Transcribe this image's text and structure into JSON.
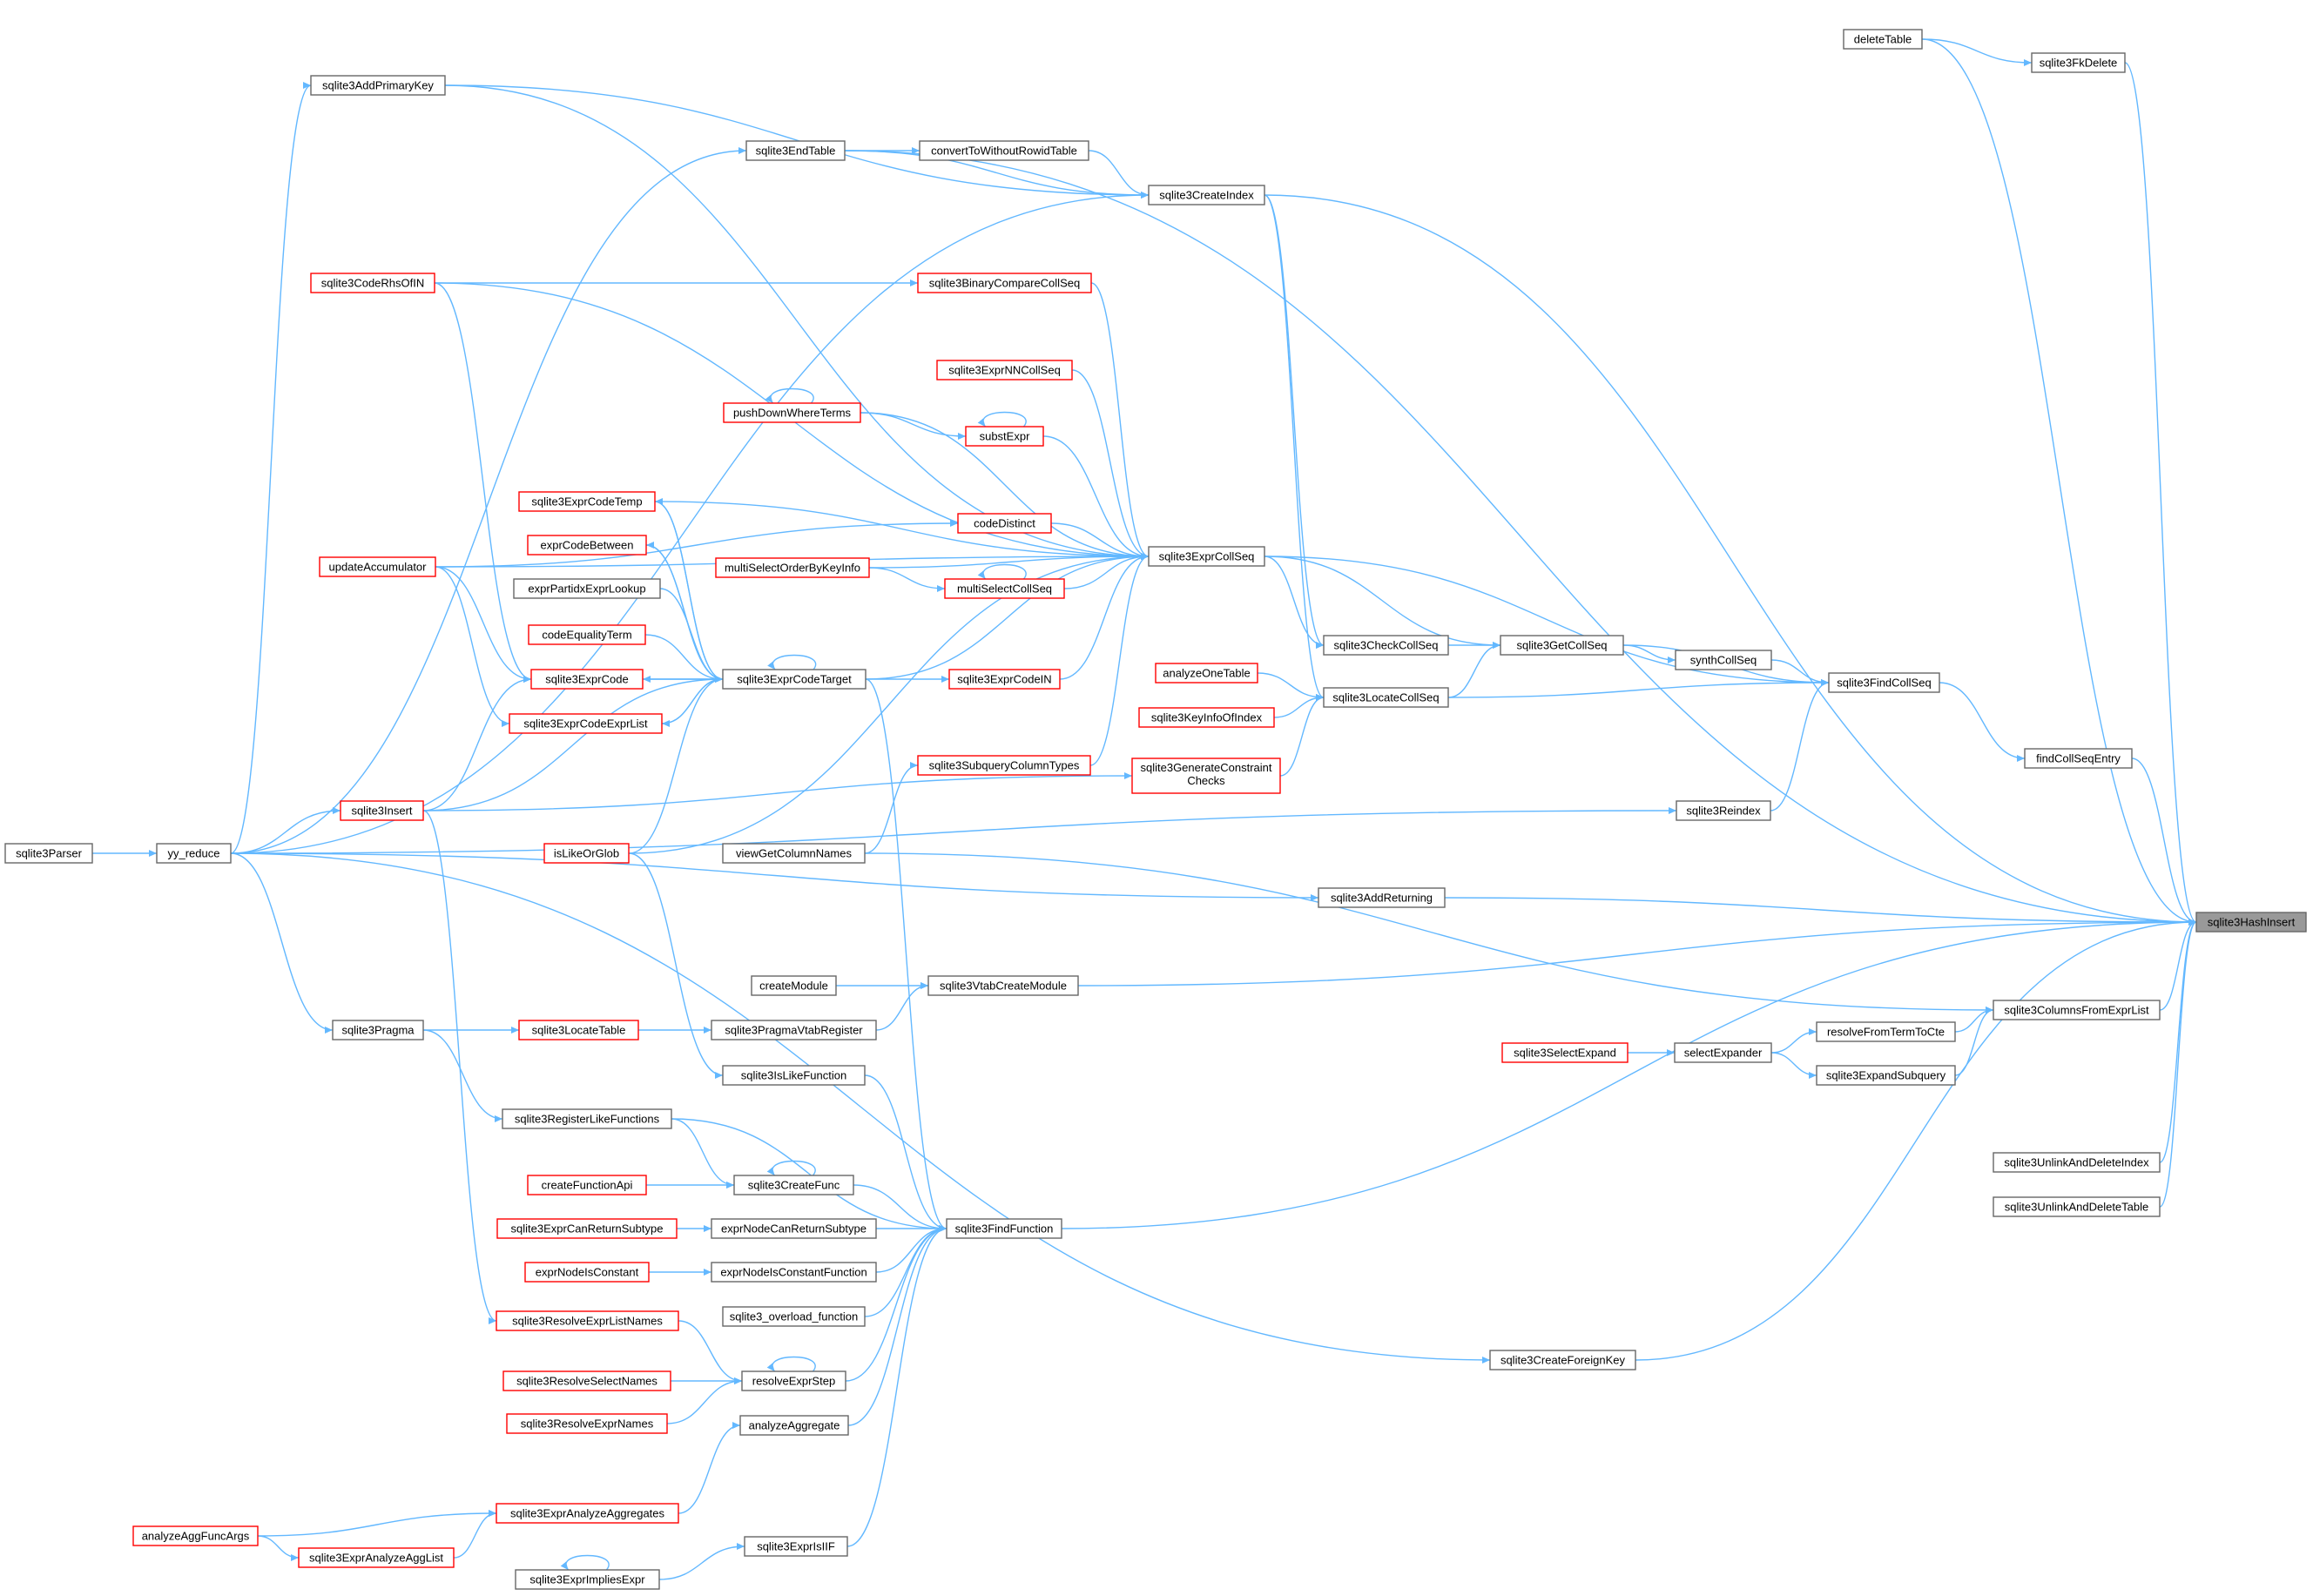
{
  "graph": {
    "title": "",
    "colors": {
      "edge": "#63b8ff",
      "border_gray": "#666666",
      "border_red": "#ff0000",
      "root_fill": "#999999"
    },
    "nodes": [
      {
        "id": "sqlite3HashInsert",
        "label": "sqlite3HashInsert",
        "style": "root"
      },
      {
        "id": "deleteTable",
        "label": "deleteTable",
        "style": "gray"
      },
      {
        "id": "sqlite3FkDelete",
        "label": "sqlite3FkDelete",
        "style": "gray"
      },
      {
        "id": "sqlite3AddPrimaryKey",
        "label": "sqlite3AddPrimaryKey",
        "style": "gray"
      },
      {
        "id": "sqlite3EndTable",
        "label": "sqlite3EndTable",
        "style": "gray"
      },
      {
        "id": "convertToWithoutRowidTable",
        "label": "convertToWithoutRowidTable",
        "style": "gray"
      },
      {
        "id": "sqlite3CreateIndex",
        "label": "sqlite3CreateIndex",
        "style": "gray"
      },
      {
        "id": "sqlite3CodeRhsOfIN",
        "label": "sqlite3CodeRhsOfIN",
        "style": "red"
      },
      {
        "id": "sqlite3BinaryCompareCollSeq",
        "label": "sqlite3BinaryCompareCollSeq",
        "style": "red"
      },
      {
        "id": "sqlite3ExprNNCollSeq",
        "label": "sqlite3ExprNNCollSeq",
        "style": "red"
      },
      {
        "id": "pushDownWhereTerms",
        "label": "pushDownWhereTerms",
        "style": "red"
      },
      {
        "id": "substExpr",
        "label": "substExpr",
        "style": "red"
      },
      {
        "id": "sqlite3ExprCodeTemp",
        "label": "sqlite3ExprCodeTemp",
        "style": "red"
      },
      {
        "id": "codeDistinct",
        "label": "codeDistinct",
        "style": "red"
      },
      {
        "id": "exprCodeBetween",
        "label": "exprCodeBetween",
        "style": "red"
      },
      {
        "id": "updateAccumulator",
        "label": "updateAccumulator",
        "style": "red"
      },
      {
        "id": "sqlite3ExprCollSeq",
        "label": "sqlite3ExprCollSeq",
        "style": "gray"
      },
      {
        "id": "multiSelectOrderByKeyInfo",
        "label": "multiSelectOrderByKeyInfo",
        "style": "red"
      },
      {
        "id": "multiSelectCollSeq",
        "label": "multiSelectCollSeq",
        "style": "red"
      },
      {
        "id": "exprPartidxExprLookup",
        "label": "exprPartidxExprLookup",
        "style": "gray"
      },
      {
        "id": "codeEqualityTerm",
        "label": "codeEqualityTerm",
        "style": "red"
      },
      {
        "id": "sqlite3CheckCollSeq",
        "label": "sqlite3CheckCollSeq",
        "style": "gray"
      },
      {
        "id": "sqlite3GetCollSeq",
        "label": "sqlite3GetCollSeq",
        "style": "gray"
      },
      {
        "id": "synthCollSeq",
        "label": "synthCollSeq",
        "style": "gray"
      },
      {
        "id": "sqlite3ExprCode",
        "label": "sqlite3ExprCode",
        "style": "red"
      },
      {
        "id": "sqlite3ExprCodeTarget",
        "label": "sqlite3ExprCodeTarget",
        "style": "gray"
      },
      {
        "id": "sqlite3ExprCodeIN",
        "label": "sqlite3ExprCodeIN",
        "style": "red"
      },
      {
        "id": "analyzeOneTable",
        "label": "analyzeOneTable",
        "style": "red"
      },
      {
        "id": "sqlite3FindCollSeq",
        "label": "sqlite3FindCollSeq",
        "style": "gray"
      },
      {
        "id": "sqlite3LocateCollSeq",
        "label": "sqlite3LocateCollSeq",
        "style": "gray"
      },
      {
        "id": "sqlite3ExprCodeExprList",
        "label": "sqlite3ExprCodeExprList",
        "style": "red"
      },
      {
        "id": "sqlite3KeyInfoOfIndex",
        "label": "sqlite3KeyInfoOfIndex",
        "style": "red"
      },
      {
        "id": "findCollSeqEntry",
        "label": "findCollSeqEntry",
        "style": "gray"
      },
      {
        "id": "sqlite3SubqueryColumnTypes",
        "label": "sqlite3SubqueryColumnTypes",
        "style": "red"
      },
      {
        "id": "sqlite3GenerateConstraintChecks",
        "label": "sqlite3GenerateConstraint",
        "label2": "Checks",
        "style": "red"
      },
      {
        "id": "sqlite3Insert",
        "label": "sqlite3Insert",
        "style": "red"
      },
      {
        "id": "sqlite3Reindex",
        "label": "sqlite3Reindex",
        "style": "gray"
      },
      {
        "id": "sqlite3Parser",
        "label": "sqlite3Parser",
        "style": "gray"
      },
      {
        "id": "yy_reduce",
        "label": "yy_reduce",
        "style": "gray"
      },
      {
        "id": "isLikeOrGlob",
        "label": "isLikeOrGlob",
        "style": "red"
      },
      {
        "id": "viewGetColumnNames",
        "label": "viewGetColumnNames",
        "style": "gray"
      },
      {
        "id": "sqlite3AddReturning",
        "label": "sqlite3AddReturning",
        "style": "gray"
      },
      {
        "id": "createModule",
        "label": "createModule",
        "style": "gray"
      },
      {
        "id": "sqlite3VtabCreateModule",
        "label": "sqlite3VtabCreateModule",
        "style": "gray"
      },
      {
        "id": "sqlite3ColumnsFromExprList",
        "label": "sqlite3ColumnsFromExprList",
        "style": "gray"
      },
      {
        "id": "sqlite3Pragma",
        "label": "sqlite3Pragma",
        "style": "gray"
      },
      {
        "id": "sqlite3LocateTable",
        "label": "sqlite3LocateTable",
        "style": "red"
      },
      {
        "id": "sqlite3PragmaVtabRegister",
        "label": "sqlite3PragmaVtabRegister",
        "style": "gray"
      },
      {
        "id": "resolveFromTermToCte",
        "label": "resolveFromTermToCte",
        "style": "gray"
      },
      {
        "id": "sqlite3SelectExpand",
        "label": "sqlite3SelectExpand",
        "style": "red"
      },
      {
        "id": "selectExpander",
        "label": "selectExpander",
        "style": "gray"
      },
      {
        "id": "sqlite3IsLikeFunction",
        "label": "sqlite3IsLikeFunction",
        "style": "gray"
      },
      {
        "id": "sqlite3ExpandSubquery",
        "label": "sqlite3ExpandSubquery",
        "style": "gray"
      },
      {
        "id": "sqlite3RegisterLikeFunctions",
        "label": "sqlite3RegisterLikeFunctions",
        "style": "gray"
      },
      {
        "id": "sqlite3UnlinkAndDeleteIndex",
        "label": "sqlite3UnlinkAndDeleteIndex",
        "style": "gray"
      },
      {
        "id": "createFunctionApi",
        "label": "createFunctionApi",
        "style": "red"
      },
      {
        "id": "sqlite3CreateFunc",
        "label": "sqlite3CreateFunc",
        "style": "gray"
      },
      {
        "id": "sqlite3UnlinkAndDeleteTable",
        "label": "sqlite3UnlinkAndDeleteTable",
        "style": "gray"
      },
      {
        "id": "sqlite3ExprCanReturnSubtype",
        "label": "sqlite3ExprCanReturnSubtype",
        "style": "red"
      },
      {
        "id": "exprNodeCanReturnSubtype",
        "label": "exprNodeCanReturnSubtype",
        "style": "gray"
      },
      {
        "id": "sqlite3FindFunction",
        "label": "sqlite3FindFunction",
        "style": "gray"
      },
      {
        "id": "exprNodeIsConstant",
        "label": "exprNodeIsConstant",
        "style": "red"
      },
      {
        "id": "exprNodeIsConstantFunction",
        "label": "exprNodeIsConstantFunction",
        "style": "gray"
      },
      {
        "id": "sqlite3_overload_function",
        "label": "sqlite3_overload_function",
        "style": "gray"
      },
      {
        "id": "sqlite3ResolveExprListNames",
        "label": "sqlite3ResolveExprListNames",
        "style": "red"
      },
      {
        "id": "sqlite3CreateForeignKey",
        "label": "sqlite3CreateForeignKey",
        "style": "gray"
      },
      {
        "id": "sqlite3ResolveSelectNames",
        "label": "sqlite3ResolveSelectNames",
        "style": "red"
      },
      {
        "id": "resolveExprStep",
        "label": "resolveExprStep",
        "style": "gray"
      },
      {
        "id": "sqlite3ResolveExprNames",
        "label": "sqlite3ResolveExprNames",
        "style": "red"
      },
      {
        "id": "analyzeAggregate",
        "label": "analyzeAggregate",
        "style": "gray"
      },
      {
        "id": "sqlite3ExprAnalyzeAggregates",
        "label": "sqlite3ExprAnalyzeAggregates",
        "style": "red"
      },
      {
        "id": "analyzeAggFuncArgs",
        "label": "analyzeAggFuncArgs",
        "style": "red"
      },
      {
        "id": "sqlite3ExprAnalyzeAggList",
        "label": "sqlite3ExprAnalyzeAggList",
        "style": "red"
      },
      {
        "id": "sqlite3ExprIsIIF",
        "label": "sqlite3ExprIsIIF",
        "style": "gray"
      },
      {
        "id": "sqlite3ExprImpliesExpr",
        "label": "sqlite3ExprImpliesExpr",
        "style": "gray"
      }
    ],
    "edges": [
      [
        "sqlite3HashInsert",
        "deleteTable"
      ],
      [
        "sqlite3HashInsert",
        "sqlite3FkDelete"
      ],
      [
        "sqlite3FkDelete",
        "deleteTable"
      ],
      [
        "sqlite3HashInsert",
        "sqlite3EndTable"
      ],
      [
        "sqlite3HashInsert",
        "sqlite3CreateIndex"
      ],
      [
        "sqlite3CreateIndex",
        "sqlite3AddPrimaryKey"
      ],
      [
        "sqlite3CreateIndex",
        "sqlite3EndTable"
      ],
      [
        "sqlite3CreateIndex",
        "convertToWithoutRowidTable"
      ],
      [
        "convertToWithoutRowidTable",
        "sqlite3EndTable"
      ],
      [
        "sqlite3CreateIndex",
        "yy_reduce"
      ],
      [
        "sqlite3AddPrimaryKey",
        "yy_reduce"
      ],
      [
        "sqlite3EndTable",
        "yy_reduce"
      ],
      [
        "yy_reduce",
        "sqlite3Parser"
      ],
      [
        "sqlite3HashInsert",
        "findCollSeqEntry"
      ],
      [
        "findCollSeqEntry",
        "sqlite3FindCollSeq"
      ],
      [
        "sqlite3FindCollSeq",
        "sqlite3GetCollSeq"
      ],
      [
        "sqlite3FindCollSeq",
        "synthCollSeq"
      ],
      [
        "synthCollSeq",
        "sqlite3GetCollSeq"
      ],
      [
        "sqlite3FindCollSeq",
        "sqlite3LocateCollSeq"
      ],
      [
        "sqlite3FindCollSeq",
        "sqlite3ExprCollSeq"
      ],
      [
        "sqlite3FindCollSeq",
        "sqlite3Reindex"
      ],
      [
        "sqlite3Reindex",
        "yy_reduce"
      ],
      [
        "sqlite3GetCollSeq",
        "sqlite3CheckCollSeq"
      ],
      [
        "sqlite3GetCollSeq",
        "sqlite3LocateCollSeq"
      ],
      [
        "sqlite3GetCollSeq",
        "sqlite3ExprCollSeq"
      ],
      [
        "sqlite3CheckCollSeq",
        "sqlite3ExprCollSeq"
      ],
      [
        "sqlite3CheckCollSeq",
        "sqlite3CreateIndex"
      ],
      [
        "sqlite3LocateCollSeq",
        "analyzeOneTable"
      ],
      [
        "sqlite3LocateCollSeq",
        "sqlite3KeyInfoOfIndex"
      ],
      [
        "sqlite3LocateCollSeq",
        "sqlite3GenerateConstraintChecks"
      ],
      [
        "sqlite3LocateCollSeq",
        "sqlite3CreateIndex"
      ],
      [
        "sqlite3GenerateConstraintChecks",
        "sqlite3Insert"
      ],
      [
        "sqlite3ExprCollSeq",
        "sqlite3BinaryCompareCollSeq"
      ],
      [
        "sqlite3ExprCollSeq",
        "sqlite3ExprNNCollSeq"
      ],
      [
        "sqlite3ExprCollSeq",
        "substExpr"
      ],
      [
        "sqlite3ExprCollSeq",
        "pushDownWhereTerms"
      ],
      [
        "sqlite3ExprCollSeq",
        "codeDistinct"
      ],
      [
        "sqlite3ExprCollSeq",
        "multiSelectCollSeq"
      ],
      [
        "sqlite3ExprCollSeq",
        "multiSelectOrderByKeyInfo"
      ],
      [
        "sqlite3ExprCollSeq",
        "sqlite3ExprCodeIN"
      ],
      [
        "sqlite3ExprCollSeq",
        "sqlite3ExprCodeTarget"
      ],
      [
        "sqlite3ExprCollSeq",
        "sqlite3SubqueryColumnTypes"
      ],
      [
        "sqlite3ExprCollSeq",
        "updateAccumulator"
      ],
      [
        "sqlite3ExprCollSeq",
        "sqlite3CodeRhsOfIN"
      ],
      [
        "sqlite3ExprCollSeq",
        "sqlite3AddPrimaryKey"
      ],
      [
        "sqlite3ExprCollSeq",
        "sqlite3ExprCodeTemp"
      ],
      [
        "sqlite3ExprCollSeq",
        "isLikeOrGlob"
      ],
      [
        "sqlite3BinaryCompareCollSeq",
        "sqlite3CodeRhsOfIN"
      ],
      [
        "substExpr",
        "substExpr"
      ],
      [
        "substExpr",
        "pushDownWhereTerms"
      ],
      [
        "pushDownWhereTerms",
        "pushDownWhereTerms"
      ],
      [
        "codeDistinct",
        "updateAccumulator"
      ],
      [
        "multiSelectCollSeq",
        "multiSelectCollSeq"
      ],
      [
        "multiSelectCollSeq",
        "multiSelectOrderByKeyInfo"
      ],
      [
        "sqlite3ExprCodeIN",
        "sqlite3ExprCodeTarget"
      ],
      [
        "sqlite3SubqueryColumnTypes",
        "viewGetColumnNames"
      ],
      [
        "sqlite3ExprCodeTarget",
        "sqlite3ExprCodeTemp"
      ],
      [
        "sqlite3ExprCodeTarget",
        "exprCodeBetween"
      ],
      [
        "sqlite3ExprCodeTarget",
        "exprPartidxExprLookup"
      ],
      [
        "sqlite3ExprCodeTarget",
        "codeEqualityTerm"
      ],
      [
        "sqlite3ExprCodeTarget",
        "sqlite3ExprCode"
      ],
      [
        "sqlite3ExprCodeTarget",
        "sqlite3ExprCodeExprList"
      ],
      [
        "sqlite3ExprCodeTarget",
        "sqlite3ExprCodeTarget"
      ],
      [
        "sqlite3ExprCodeTarget",
        "sqlite3Insert"
      ],
      [
        "sqlite3ExprCodeTarget",
        "isLikeOrGlob"
      ],
      [
        "sqlite3ExprCodeTemp",
        "sqlite3ExprCodeTarget"
      ],
      [
        "exprCodeBetween",
        "sqlite3ExprCodeTarget"
      ],
      [
        "sqlite3ExprCode",
        "sqlite3ExprCodeTarget"
      ],
      [
        "sqlite3ExprCode",
        "updateAccumulator"
      ],
      [
        "sqlite3ExprCode",
        "sqlite3Insert"
      ],
      [
        "sqlite3ExprCode",
        "sqlite3CodeRhsOfIN"
      ],
      [
        "sqlite3ExprCodeExprList",
        "sqlite3ExprCodeTarget"
      ],
      [
        "sqlite3ExprCodeExprList",
        "updateAccumulator"
      ],
      [
        "sqlite3Insert",
        "yy_reduce"
      ],
      [
        "sqlite3HashInsert",
        "sqlite3AddReturning"
      ],
      [
        "sqlite3AddReturning",
        "yy_reduce"
      ],
      [
        "sqlite3HashInsert",
        "sqlite3VtabCreateModule"
      ],
      [
        "sqlite3VtabCreateModule",
        "createModule"
      ],
      [
        "sqlite3VtabCreateModule",
        "sqlite3PragmaVtabRegister"
      ],
      [
        "sqlite3PragmaVtabRegister",
        "sqlite3LocateTable"
      ],
      [
        "sqlite3LocateTable",
        "sqlite3Pragma"
      ],
      [
        "sqlite3Pragma",
        "yy_reduce"
      ],
      [
        "sqlite3HashInsert",
        "sqlite3ColumnsFromExprList"
      ],
      [
        "sqlite3ColumnsFromExprList",
        "viewGetColumnNames"
      ],
      [
        "sqlite3ColumnsFromExprList",
        "resolveFromTermToCte"
      ],
      [
        "sqlite3ColumnsFromExprList",
        "sqlite3ExpandSubquery"
      ],
      [
        "resolveFromTermToCte",
        "selectExpander"
      ],
      [
        "sqlite3ExpandSubquery",
        "selectExpander"
      ],
      [
        "selectExpander",
        "sqlite3SelectExpand"
      ],
      [
        "sqlite3HashInsert",
        "sqlite3UnlinkAndDeleteIndex"
      ],
      [
        "sqlite3HashInsert",
        "sqlite3UnlinkAndDeleteTable"
      ],
      [
        "sqlite3HashInsert",
        "sqlite3FindFunction"
      ],
      [
        "sqlite3HashInsert",
        "sqlite3CreateForeignKey"
      ],
      [
        "sqlite3CreateForeignKey",
        "yy_reduce"
      ],
      [
        "sqlite3FindFunction",
        "sqlite3ExprCodeTarget"
      ],
      [
        "sqlite3FindFunction",
        "sqlite3IsLikeFunction"
      ],
      [
        "sqlite3FindFunction",
        "sqlite3RegisterLikeFunctions"
      ],
      [
        "sqlite3FindFunction",
        "sqlite3CreateFunc"
      ],
      [
        "sqlite3FindFunction",
        "exprNodeCanReturnSubtype"
      ],
      [
        "sqlite3FindFunction",
        "exprNodeIsConstantFunction"
      ],
      [
        "sqlite3FindFunction",
        "sqlite3_overload_function"
      ],
      [
        "sqlite3FindFunction",
        "resolveExprStep"
      ],
      [
        "sqlite3FindFunction",
        "analyzeAggregate"
      ],
      [
        "sqlite3FindFunction",
        "sqlite3ExprIsIIF"
      ],
      [
        "sqlite3IsLikeFunction",
        "isLikeOrGlob"
      ],
      [
        "sqlite3RegisterLikeFunctions",
        "sqlite3Pragma"
      ],
      [
        "sqlite3CreateFunc",
        "sqlite3CreateFunc"
      ],
      [
        "sqlite3CreateFunc",
        "createFunctionApi"
      ],
      [
        "sqlite3CreateFunc",
        "sqlite3RegisterLikeFunctions"
      ],
      [
        "exprNodeCanReturnSubtype",
        "sqlite3ExprCanReturnSubtype"
      ],
      [
        "exprNodeIsConstantFunction",
        "exprNodeIsConstant"
      ],
      [
        "resolveExprStep",
        "resolveExprStep"
      ],
      [
        "resolveExprStep",
        "sqlite3ResolveExprListNames"
      ],
      [
        "resolveExprStep",
        "sqlite3ResolveSelectNames"
      ],
      [
        "resolveExprStep",
        "sqlite3ResolveExprNames"
      ],
      [
        "sqlite3ResolveExprListNames",
        "sqlite3Insert"
      ],
      [
        "analyzeAggregate",
        "sqlite3ExprAnalyzeAggregates"
      ],
      [
        "sqlite3ExprAnalyzeAggregates",
        "analyzeAggFuncArgs"
      ],
      [
        "sqlite3ExprAnalyzeAggregates",
        "sqlite3ExprAnalyzeAggList"
      ],
      [
        "sqlite3ExprAnalyzeAggList",
        "analyzeAggFuncArgs"
      ],
      [
        "sqlite3ExprIsIIF",
        "sqlite3ExprImpliesExpr"
      ],
      [
        "sqlite3ExprImpliesExpr",
        "sqlite3ExprImpliesExpr"
      ]
    ]
  }
}
